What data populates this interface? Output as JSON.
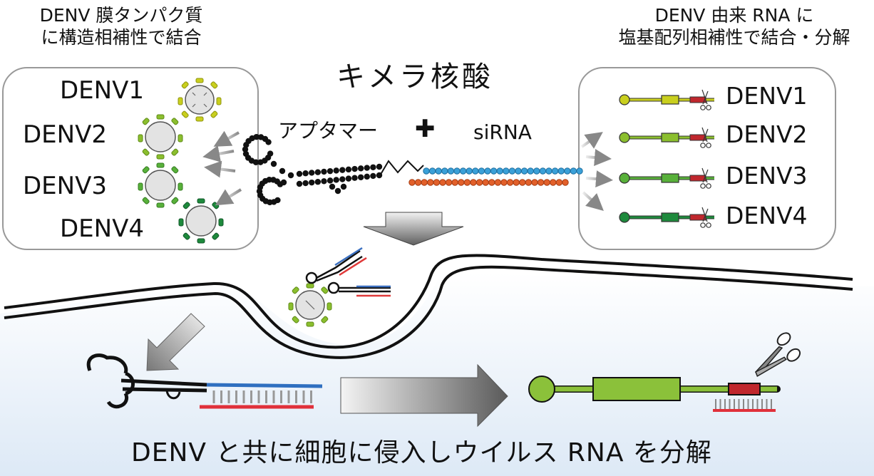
{
  "top_left_caption": [
    "DENV 膜タンパク質",
    "に構造相補性で結合"
  ],
  "top_right_caption": [
    "DENV 由来 RNA に",
    "塩基配列相補性で結合・分解"
  ],
  "title": "キメラ核酸",
  "aptamer_label": "アプタマー",
  "plus_sign": "✚",
  "sirna_label": "siRNA",
  "left_box": {
    "serotypes": [
      "DENV1",
      "DENV2",
      "DENV3",
      "DENV4"
    ]
  },
  "right_box": {
    "serotypes": [
      "DENV1",
      "DENV2",
      "DENV3",
      "DENV4"
    ]
  },
  "bottom_caption": "DENV と共に細胞に侵入しウイルス RNA を分解",
  "colors": {
    "denv1": "#c9cf1e",
    "denv2": "#8bbf2e",
    "denv3": "#58b13a",
    "denv4": "#1e8a3c",
    "sense_strand": "#3aa0d8",
    "antisense_strand": "#e2602a",
    "cleavage_site": "#c0272d",
    "cytoplasm_top": "#ffffff",
    "cytoplasm_bottom": "#e3eef8"
  },
  "icons": [
    "virus-icon",
    "scissors-icon",
    "arrow-icon",
    "membrane-icon"
  ]
}
